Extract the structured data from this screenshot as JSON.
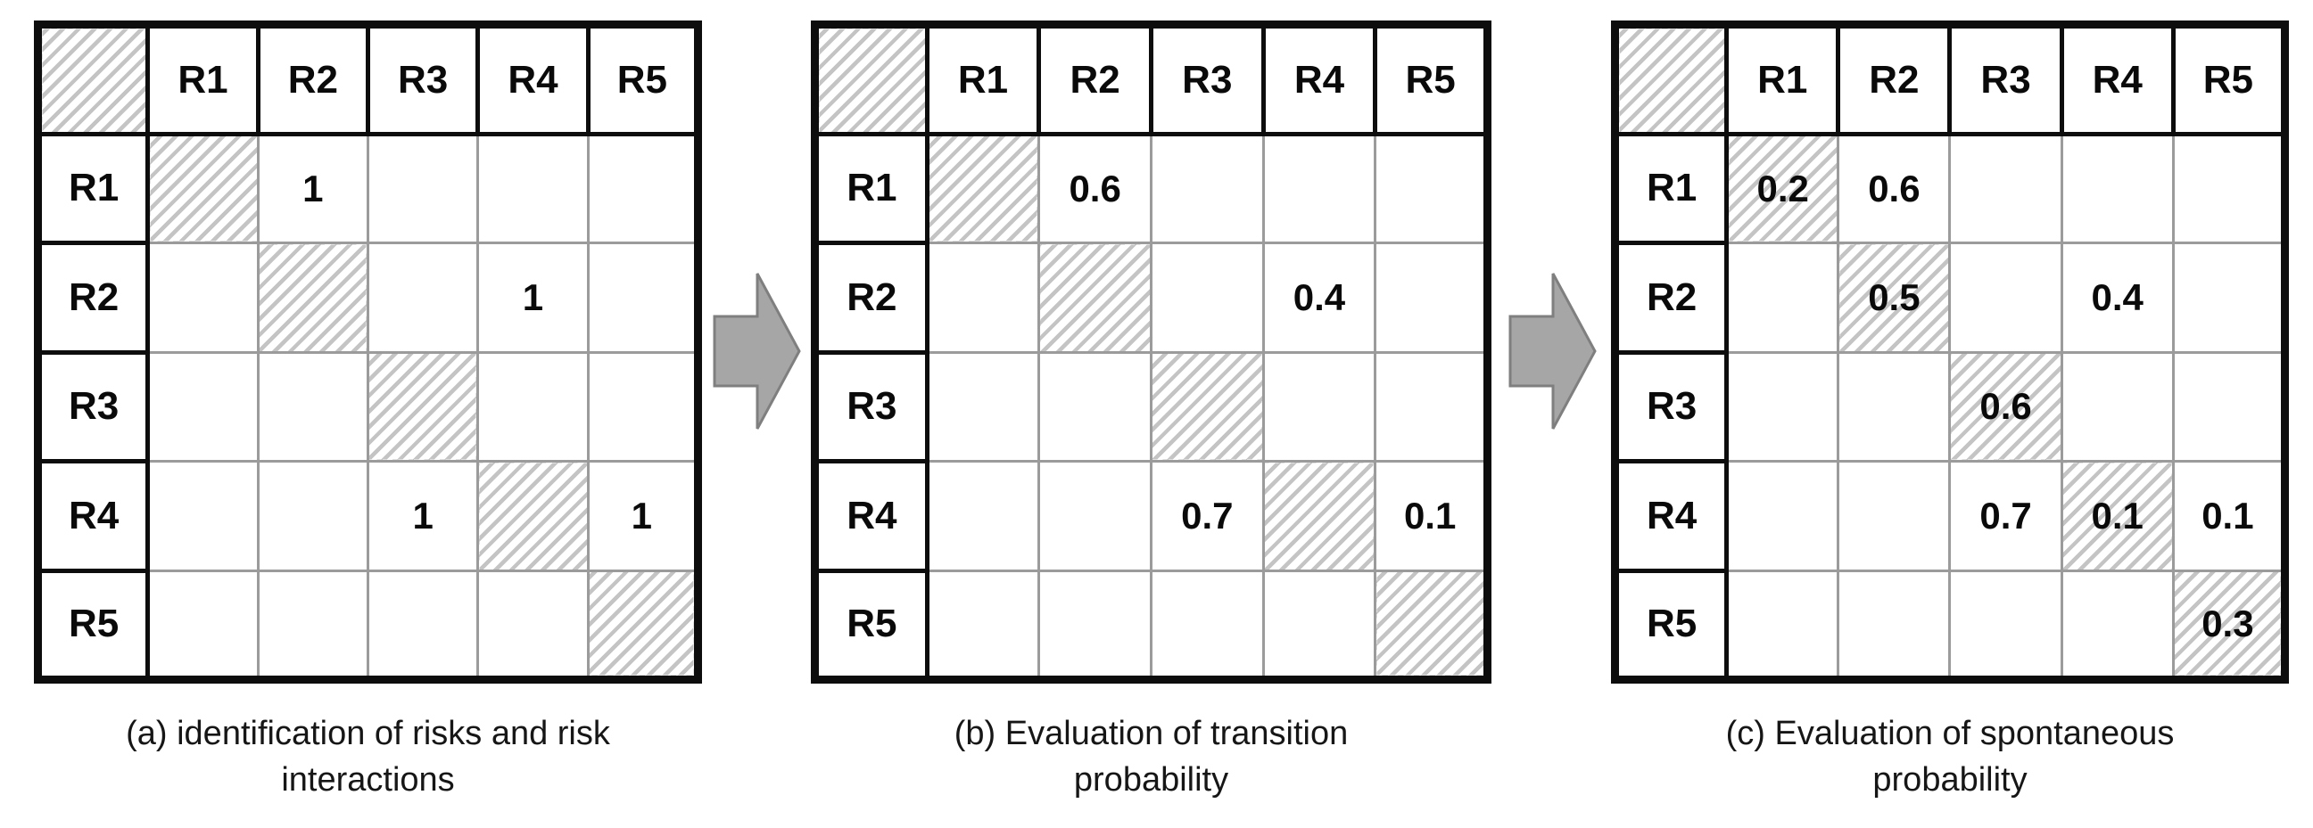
{
  "figure": {
    "description": "risk interaction matrix evaluation steps"
  },
  "colors": {
    "border_black": "#0d0d0d",
    "grid_gray": "#9b9b9b",
    "hatch_gray": "#c4c4c4",
    "arrow_fill": "#a6a6a6",
    "arrow_stroke": "#7f7f7f",
    "text": "#0a0a0a",
    "caption_text": "#161616"
  },
  "matrices": [
    {
      "id": "a",
      "caption_line1": "(a) identification of risks and risk",
      "caption_line2": "interactions",
      "col_headers": [
        "R1",
        "R2",
        "R3",
        "R4",
        "R5"
      ],
      "row_headers": [
        "R1",
        "R2",
        "R3",
        "R4",
        "R5"
      ],
      "diagonal_hatched": true,
      "values": [
        [
          "",
          "1",
          "",
          "",
          ""
        ],
        [
          "",
          "",
          "",
          "1",
          ""
        ],
        [
          "",
          "",
          "",
          "",
          ""
        ],
        [
          "",
          "",
          "1",
          "",
          "1"
        ],
        [
          "",
          "",
          "",
          "",
          ""
        ]
      ]
    },
    {
      "id": "b",
      "caption_line1": "(b) Evaluation of transition",
      "caption_line2": "probability",
      "col_headers": [
        "R1",
        "R2",
        "R3",
        "R4",
        "R5"
      ],
      "row_headers": [
        "R1",
        "R2",
        "R3",
        "R4",
        "R5"
      ],
      "diagonal_hatched": true,
      "values": [
        [
          "",
          "0.6",
          "",
          "",
          ""
        ],
        [
          "",
          "",
          "",
          "0.4",
          ""
        ],
        [
          "",
          "",
          "",
          "",
          ""
        ],
        [
          "",
          "",
          "0.7",
          "",
          "0.1"
        ],
        [
          "",
          "",
          "",
          "",
          ""
        ]
      ]
    },
    {
      "id": "c",
      "caption_line1": "(c) Evaluation of spontaneous",
      "caption_line2": "probability",
      "col_headers": [
        "R1",
        "R2",
        "R3",
        "R4",
        "R5"
      ],
      "row_headers": [
        "R1",
        "R2",
        "R3",
        "R4",
        "R5"
      ],
      "diagonal_hatched": true,
      "values": [
        [
          "0.2",
          "0.6",
          "",
          "",
          ""
        ],
        [
          "",
          "0.5",
          "",
          "0.4",
          ""
        ],
        [
          "",
          "",
          "0.6",
          "",
          ""
        ],
        [
          "",
          "",
          "0.7",
          "0.1",
          "0.1"
        ],
        [
          "",
          "",
          "",
          "",
          "0.3"
        ]
      ]
    }
  ]
}
